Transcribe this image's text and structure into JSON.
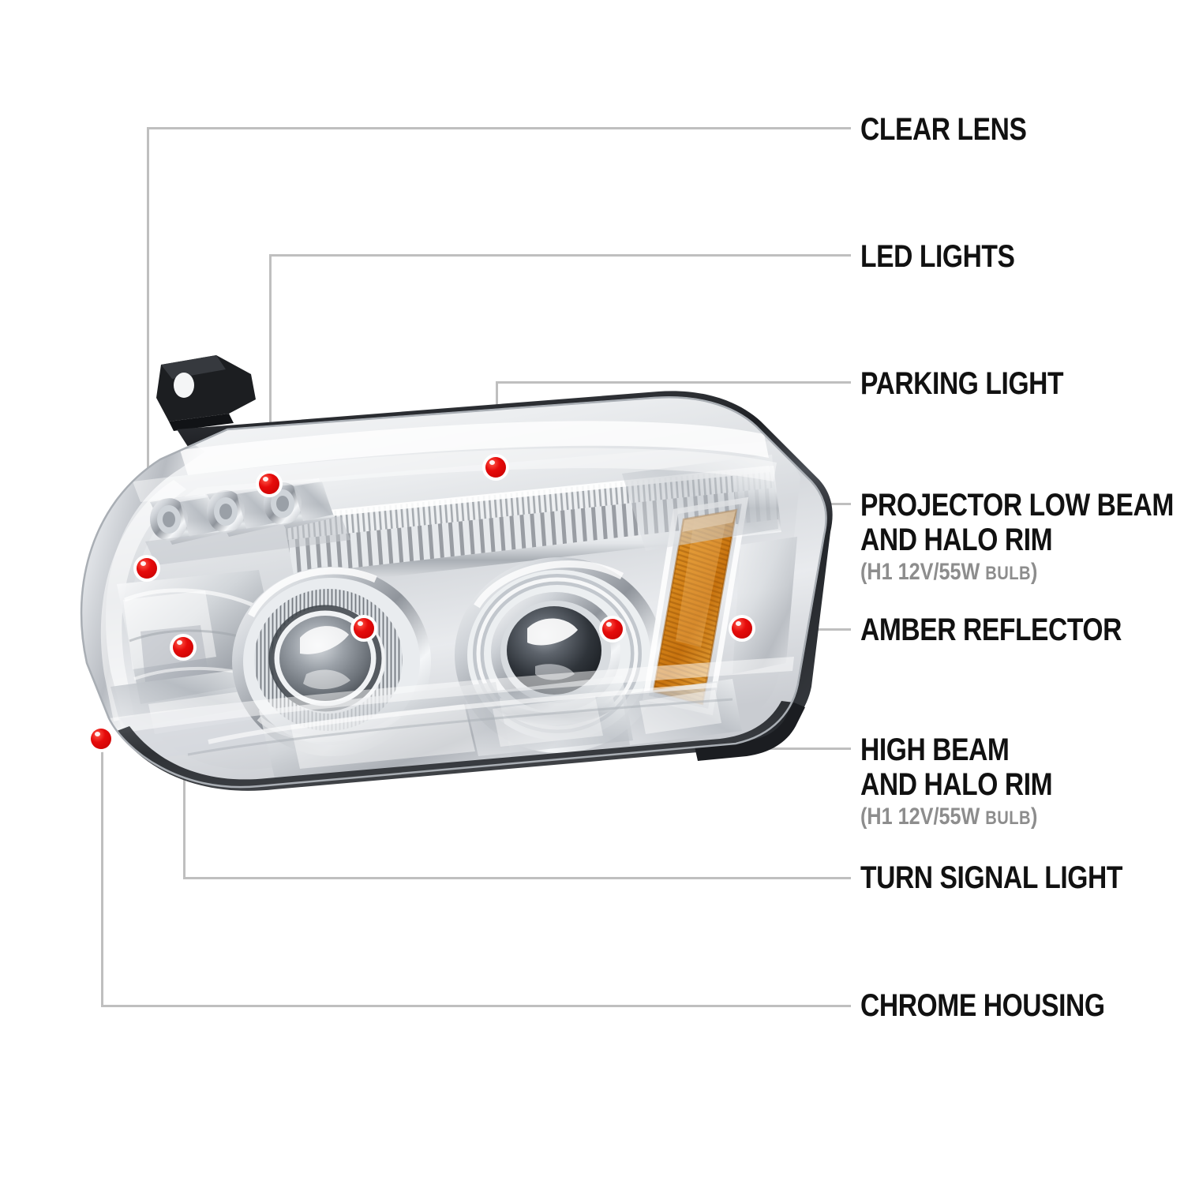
{
  "diagram": {
    "title": "Headlight Assembly Feature Callouts",
    "product": "chrome housing projector halo headlight",
    "accent_dot_color": "#e60b0b",
    "leader_line_color": "#bfbfbf",
    "label_color": "#111111",
    "sub_label_color": "#8d8d8d",
    "amber_color": "#d4821b",
    "background_color": "#ffffff"
  },
  "callouts": [
    {
      "id": "clear-lens",
      "label": "CLEAR LENS",
      "sub": "",
      "lines": [
        "CLEAR LENS"
      ]
    },
    {
      "id": "led-lights",
      "label": "LED LIGHTS",
      "sub": "",
      "lines": [
        "LED LIGHTS"
      ]
    },
    {
      "id": "parking-light",
      "label": "PARKING LIGHT",
      "sub": "",
      "lines": [
        "PARKING LIGHT"
      ]
    },
    {
      "id": "projector-low-beam",
      "label": "PROJECTOR LOW BEAM AND HALO RIM",
      "lines": [
        "PROJECTOR LOW BEAM",
        "AND HALO RIM"
      ],
      "sub_open": "(",
      "sub_main": "H1  12V/55W",
      "sub_small": "BULB",
      "sub_close": ")"
    },
    {
      "id": "amber-reflector",
      "label": "AMBER REFLECTOR",
      "sub": "",
      "lines": [
        "AMBER REFLECTOR"
      ]
    },
    {
      "id": "high-beam",
      "label": "HIGH BEAM AND HALO RIM",
      "lines": [
        "HIGH BEAM",
        "AND HALO RIM"
      ],
      "sub_open": "(",
      "sub_main": "H1  12V/55W",
      "sub_small": "BULB",
      "sub_close": ")"
    },
    {
      "id": "turn-signal-light",
      "label": "TURN SIGNAL LIGHT",
      "sub": "",
      "lines": [
        "TURN SIGNAL LIGHT"
      ]
    },
    {
      "id": "chrome-housing",
      "label": "CHROME HOUSING",
      "sub": "",
      "lines": [
        "CHROME HOUSING"
      ]
    }
  ]
}
